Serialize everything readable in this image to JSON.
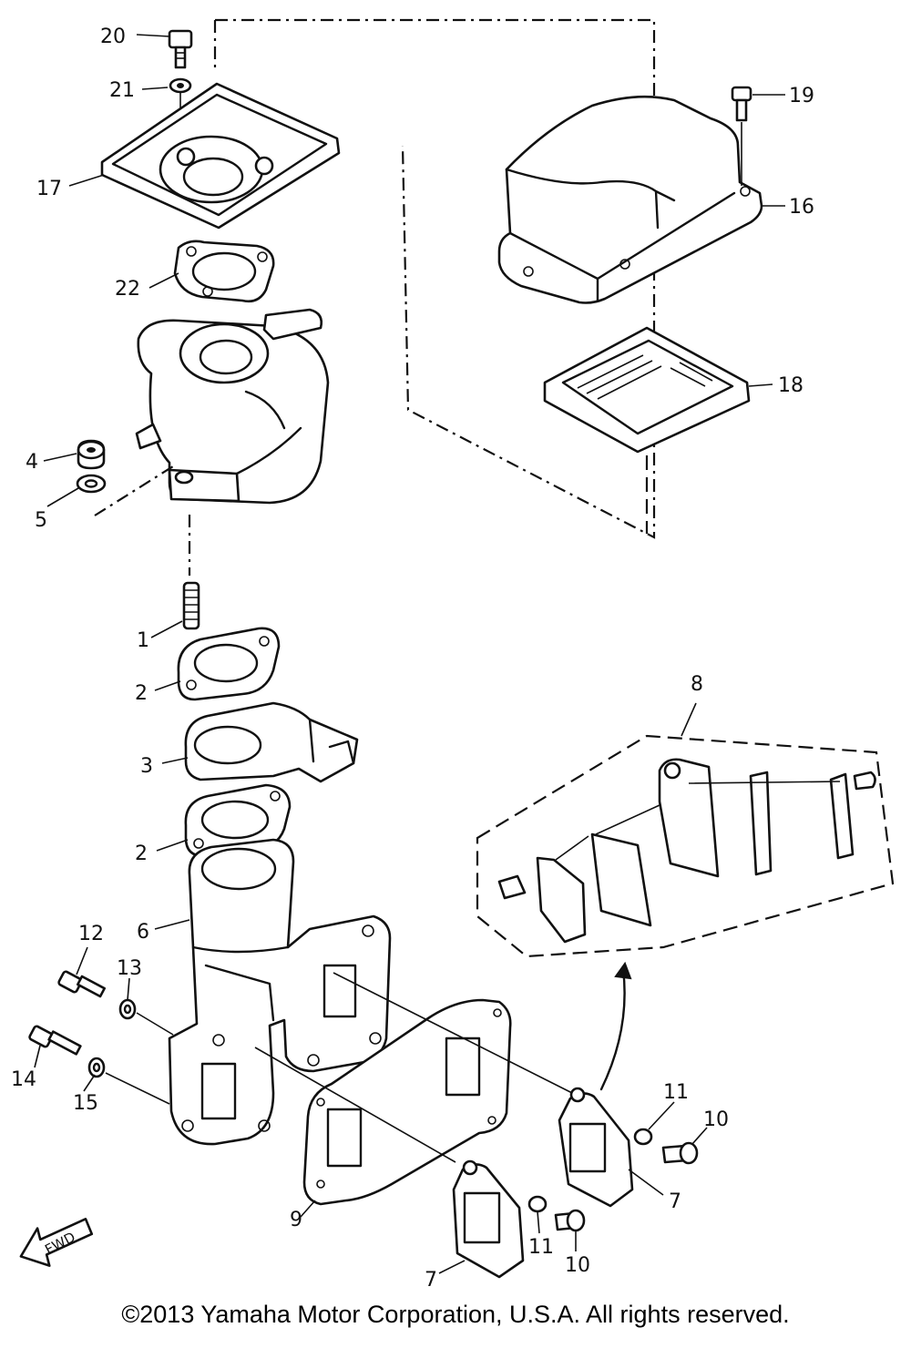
{
  "figure": {
    "callouts": [
      {
        "id": "c20",
        "text": "20"
      },
      {
        "id": "c21",
        "text": "21"
      },
      {
        "id": "c17",
        "text": "17"
      },
      {
        "id": "c22",
        "text": "22"
      },
      {
        "id": "c19",
        "text": "19"
      },
      {
        "id": "c16",
        "text": "16"
      },
      {
        "id": "c18",
        "text": "18"
      },
      {
        "id": "c4",
        "text": "4"
      },
      {
        "id": "c5",
        "text": "5"
      },
      {
        "id": "c1",
        "text": "1"
      },
      {
        "id": "c2a",
        "text": "2"
      },
      {
        "id": "c3",
        "text": "3"
      },
      {
        "id": "c2b",
        "text": "2"
      },
      {
        "id": "c6",
        "text": "6"
      },
      {
        "id": "c8",
        "text": "8"
      },
      {
        "id": "c12",
        "text": "12"
      },
      {
        "id": "c13",
        "text": "13"
      },
      {
        "id": "c14",
        "text": "14"
      },
      {
        "id": "c15",
        "text": "15"
      },
      {
        "id": "c9",
        "text": "9"
      },
      {
        "id": "c11a",
        "text": "11"
      },
      {
        "id": "c10a",
        "text": "10"
      },
      {
        "id": "c7a",
        "text": "7"
      },
      {
        "id": "c11b",
        "text": "11"
      },
      {
        "id": "c10b",
        "text": "10"
      },
      {
        "id": "c7b",
        "text": "7"
      }
    ],
    "fwd_label": "FWD"
  },
  "copyright": "©2013 Yamaha Motor Corporation, U.S.A. All rights reserved."
}
